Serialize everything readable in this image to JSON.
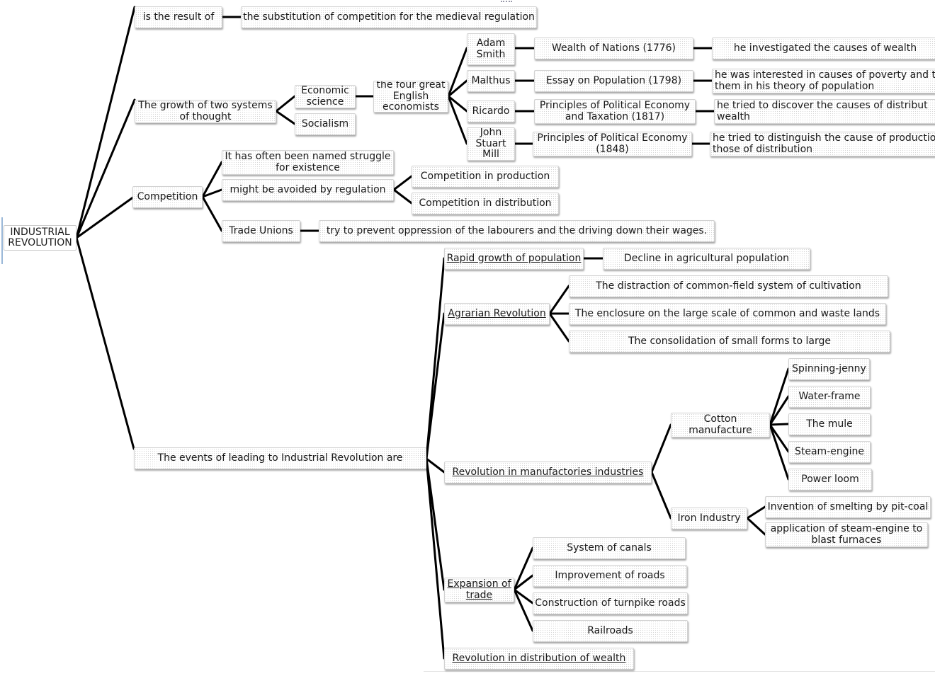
{
  "root": {
    "label": "INDUSTRIAL REVOLUTION"
  },
  "result": {
    "label": "is the result of",
    "child": "the substitution of competition for the medieval regulation"
  },
  "growth": {
    "label": "The growth of two systems of thought",
    "economic_science": "Economic science",
    "socialism": "Socialism",
    "four_economists": "the four great English economists",
    "economists": [
      {
        "name": "Adam Smith",
        "work": "Wealth of Nations (1776)",
        "note": "he investigated the causes of wealth"
      },
      {
        "name": "Malthus",
        "work": "Essay on Population (1798)",
        "note": "he was interested in causes of poverty and t them in his theory of population"
      },
      {
        "name": "Ricardo",
        "work": "Principles of Political Economy and Taxation (1817)",
        "note": "he tried to discover the causes of distribut wealth"
      },
      {
        "name": "John Stuart Mill",
        "work": "Principles of Political Economy (1848)",
        "note": "he tried to distinguish the cause of productio those of distribution"
      }
    ]
  },
  "competition": {
    "label": "Competition",
    "struggle": "It has often been named struggle for existence",
    "regulation": "might be avoided by regulation",
    "in_production": "Competition in production",
    "in_distribution": "Competition in distribution",
    "trade_unions": "Trade Unions",
    "trade_unions_note": "try to prevent oppression of the labourers and the driving down their wages."
  },
  "events": {
    "label": "The events of leading to Industrial Revolution are",
    "population": {
      "label": "Rapid growth of population",
      "child": "Decline in agricultural population"
    },
    "agrarian": {
      "label": "Agrarian Revolution",
      "children": [
        "The distraction of common-field system of cultivation",
        "The enclosure on the large scale of common and waste lands",
        "The consolidation of small forms to large"
      ]
    },
    "manufactories": {
      "label": "Revolution in manufactories industries",
      "cotton": {
        "label": "Cotton manufacture",
        "children": [
          "Spinning-jenny",
          "Water-frame",
          "The mule",
          "Steam-engine",
          "Power loom"
        ]
      },
      "iron": {
        "label": "Iron Industry",
        "children": [
          "Invention of smelting by pit-coal",
          "application of steam-engine to blast furnaces"
        ]
      }
    },
    "trade": {
      "label": "Expansion of trade",
      "children": [
        "System of canals",
        "Improvement of roads",
        "Construction of turnpike roads",
        "Railroads"
      ]
    },
    "wealth": {
      "label": "Revolution in distribution of wealth"
    }
  }
}
